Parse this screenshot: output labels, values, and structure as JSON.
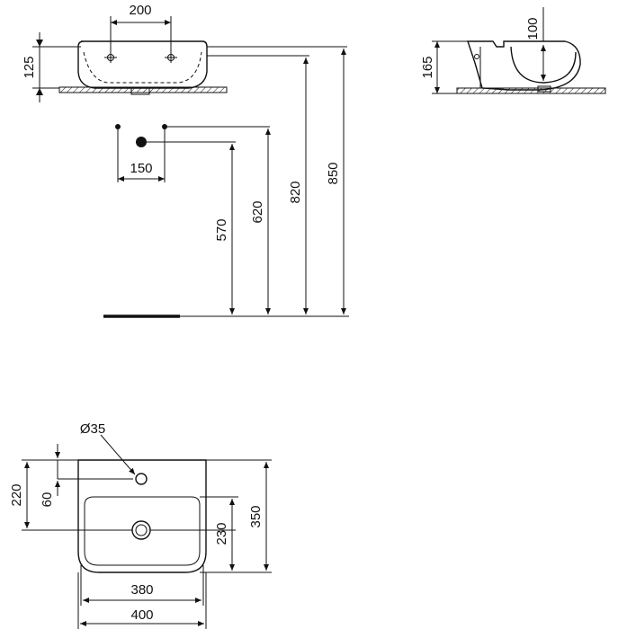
{
  "dimensions": {
    "tap_spacing": "200",
    "basin_height": "125",
    "side_height": "165",
    "side_bowl_depth": "100",
    "supply_spacing": "150",
    "waste_height": "570",
    "supply_height": "620",
    "basin_bottom_height": "820",
    "rim_height": "850",
    "tap_hole_diameter": "Ø35",
    "tap_hole_offset": "220",
    "tap_hole_from_back": "60",
    "bowl_depth": "230",
    "overall_depth": "350",
    "bowl_width": "380",
    "overall_width": "400"
  }
}
